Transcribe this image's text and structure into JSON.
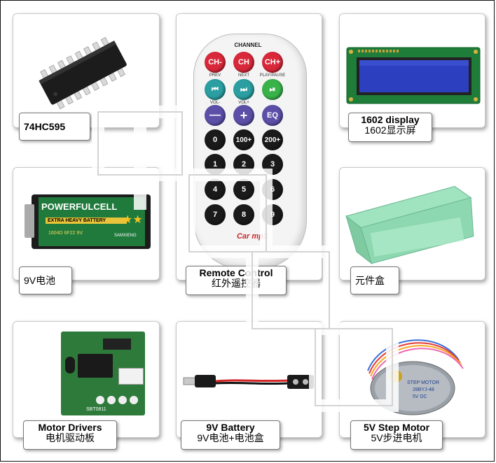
{
  "items": [
    {
      "id": "74hc595",
      "lines": [
        "74HC595"
      ]
    },
    {
      "id": "remote",
      "lines": [
        "Remote Control",
        "红外遥控器"
      ]
    },
    {
      "id": "lcd",
      "lines": [
        "1602 display",
        "1602显示屏"
      ]
    },
    {
      "id": "battery",
      "lines": [
        "9V电池"
      ]
    },
    {
      "id": "box",
      "lines": [
        "元件盒"
      ]
    },
    {
      "id": "motor-driver",
      "lines": [
        "Motor Drivers",
        "电机驱动板"
      ]
    },
    {
      "id": "battery-clip",
      "lines": [
        "9V Battery",
        "9V电池+电池盒"
      ]
    },
    {
      "id": "step-motor",
      "lines": [
        "5V Step Motor",
        "5V步进电机"
      ]
    }
  ],
  "remote": {
    "channel_label": "CHANNEL",
    "buttons": [
      "CH-",
      "CH",
      "CH+",
      "⏮",
      "⏭",
      "⏯",
      "—",
      "+",
      "EQ",
      "0",
      "100+",
      "200+",
      "1",
      "2",
      "3",
      "4",
      "5",
      "6",
      "7",
      "8",
      "9"
    ],
    "sublabels": [
      "PREV",
      "NEXT",
      "PLAY/PAUSE",
      "VOL-",
      "VOL+"
    ],
    "brand": "Car mp3"
  },
  "battery": {
    "brand": "POWERFULCELL",
    "sub": "EXTRA HEAVY BATTERY",
    "model": "1604D 6F22 9V",
    "maker": "SAMXIENG"
  },
  "driver": {
    "board_text": "SBT0811"
  },
  "motor": {
    "label_line1": "STEP MOTOR",
    "label_line2": "28BYJ-48",
    "label_line3": "5V  DC"
  }
}
